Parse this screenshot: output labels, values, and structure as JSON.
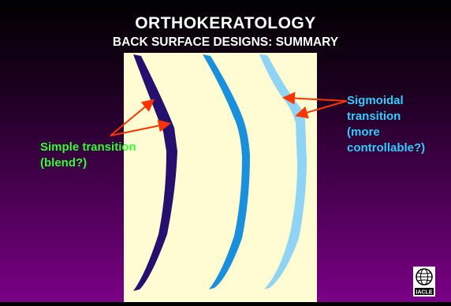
{
  "slide": {
    "title": "ORTHOKERATOLOGY",
    "subtitle": "BACK SURFACE DESIGNS: SUMMARY",
    "left_label_line1": "Simple transition",
    "left_label_line2": "(blend?)",
    "right_label_line1": "Sigmoidal",
    "right_label_line2": "transition",
    "right_label_line3": "(more",
    "right_label_line4": "controllable?)",
    "logo_text": "IACLE"
  },
  "colors": {
    "lens_simple": "#25106e",
    "lens_middle": "#1a8fdc",
    "lens_sigmoidal": "#8fd4f5",
    "arrow": "#ff3300",
    "left_label": "#33ff33",
    "right_label": "#33ccff",
    "panel": "#fffbd2"
  },
  "icons": [
    "globe-logo-icon"
  ]
}
